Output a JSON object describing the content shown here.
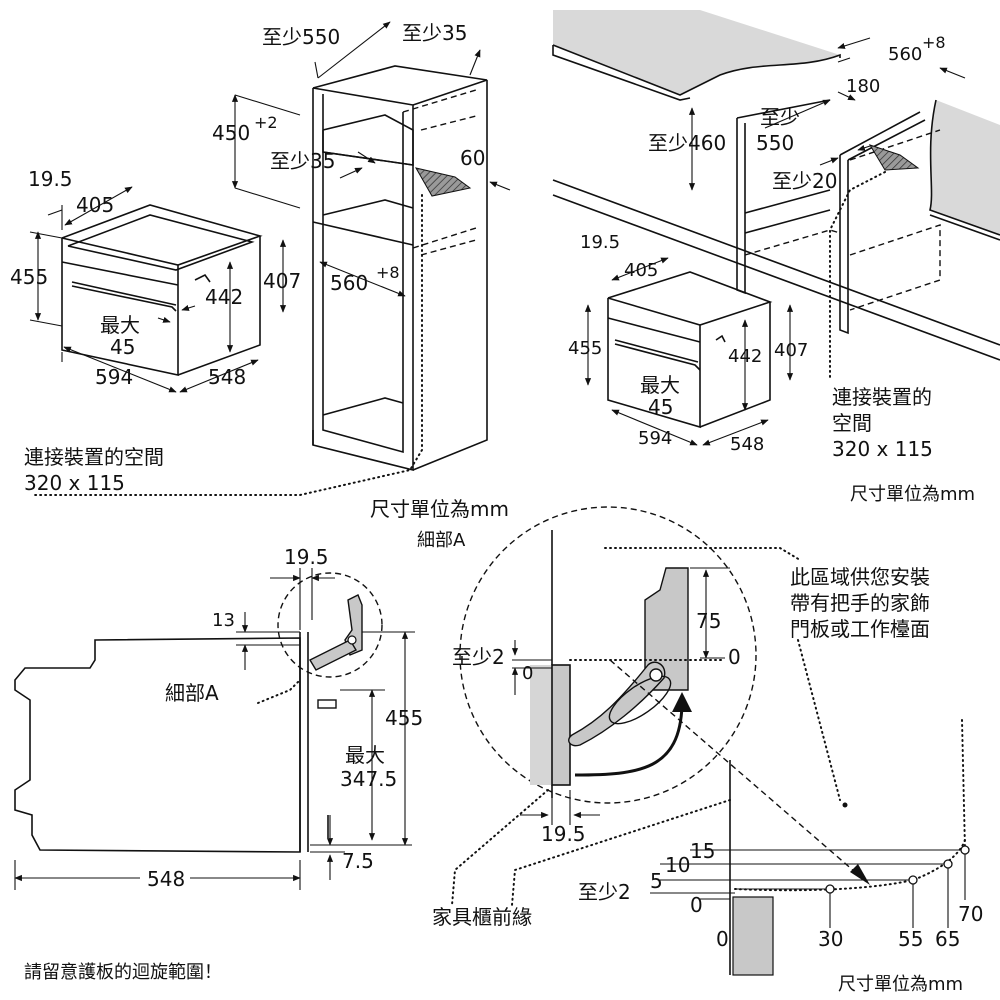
{
  "top_left": {
    "cabinet": {
      "d550": "至少550",
      "d35_top": "至少35",
      "h450": "450",
      "h450_sup": "+2",
      "d35_mid": "至少35",
      "d60": "60",
      "w560": "560",
      "w560_sup": "+8"
    },
    "oven": {
      "d19_5": "19.5",
      "d405": "405",
      "h455": "455",
      "h442": "442",
      "h407": "407",
      "max_label": "最大",
      "max_val": "45",
      "w594": "594",
      "d548": "548"
    },
    "connection_label": "連接裝置的空間",
    "connection_size": "320 x 115",
    "unit": "尺寸單位為mm"
  },
  "top_right": {
    "w560": "560",
    "w560_sup": "+8",
    "d180": "180",
    "d550_a": "至少",
    "d550_b": "550",
    "h460": "至少460",
    "d20": "至少20",
    "oven": {
      "d19_5": "19.5",
      "d405": "405",
      "h455": "455",
      "h442": "442",
      "h407": "407",
      "max_label": "最大",
      "max_val": "45",
      "w594": "594",
      "d548": "548"
    },
    "connection_label_1": "連接裝置的",
    "connection_label_2": "空間",
    "connection_size": "320 x 115",
    "unit": "尺寸單位為mm"
  },
  "bottom_left": {
    "d19_5": "19.5",
    "d13": "13",
    "detail_a": "細部A",
    "h455": "455",
    "max_label": "最大",
    "max_val": "347.5",
    "d7_5": "7.5",
    "w548": "548",
    "note": "請留意護板的迴旋範圍！"
  },
  "bottom_right": {
    "detail_a_title": "細部A",
    "min2_a": "至少2",
    "zero_a": "0",
    "d75": "75",
    "zero_b": "0",
    "d19_5": "19.5",
    "install_note_1": "此區域供您安裝",
    "install_note_2": "帶有把手的家飾",
    "install_note_3": "門板或工作檯面",
    "cabinet_front": "家具櫃前緣",
    "scale": {
      "y15": "15",
      "y10": "10",
      "y5": "5",
      "min2_b": "至少2",
      "y0": "0",
      "x0": "0",
      "x30": "30",
      "x55": "55",
      "x65": "65",
      "x70": "70"
    },
    "unit": "尺寸單位為mm"
  }
}
